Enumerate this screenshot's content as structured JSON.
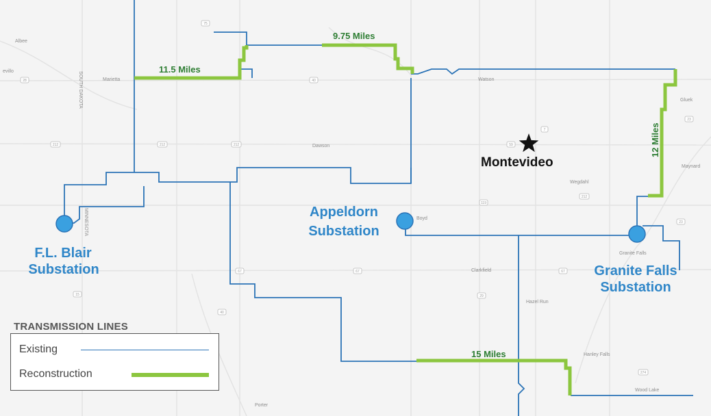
{
  "colors": {
    "existing_line": "#2b73b6",
    "reconstruction_line": "#8cc63f",
    "mile_label": "#2d7d32",
    "substation": "#3aa0e0",
    "substation_label": "#2f86c8",
    "city": "#111111"
  },
  "mileage_labels": {
    "north_west": "11.5 Miles",
    "north": "9.75 Miles",
    "east": "12 Miles",
    "south": "15 Miles"
  },
  "city": {
    "name": "Montevideo",
    "icon": "star-icon"
  },
  "substations": [
    {
      "line1": "F.L. Blair",
      "line2": "Substation"
    },
    {
      "line1": "Appeldorn",
      "line2": "Substation"
    },
    {
      "line1": "Granite Falls",
      "line2": "Substation"
    }
  ],
  "legend": {
    "title": "TRANSMISSION LINES",
    "items": [
      {
        "label": "Existing",
        "style": "thin-blue-line"
      },
      {
        "label": "Reconstruction",
        "style": "thick-green-line"
      }
    ]
  },
  "basemap": {
    "places": [
      "Albee",
      "evillo",
      "Marietta",
      "SOUTH DAKOTA",
      "MINNESOTA",
      "Dawson",
      "Boyd",
      "Watson",
      "Gluek",
      "Maynard",
      "Wegdahl",
      "Clarkfield",
      "Granite Falls",
      "Hazel Run",
      "Hanley Falls",
      "Wood Lake",
      "Porter"
    ],
    "routes": [
      "75",
      "40",
      "28",
      "212",
      "59",
      "67",
      "23",
      "7",
      "119",
      "274",
      "212",
      "15",
      "40",
      "29"
    ]
  }
}
